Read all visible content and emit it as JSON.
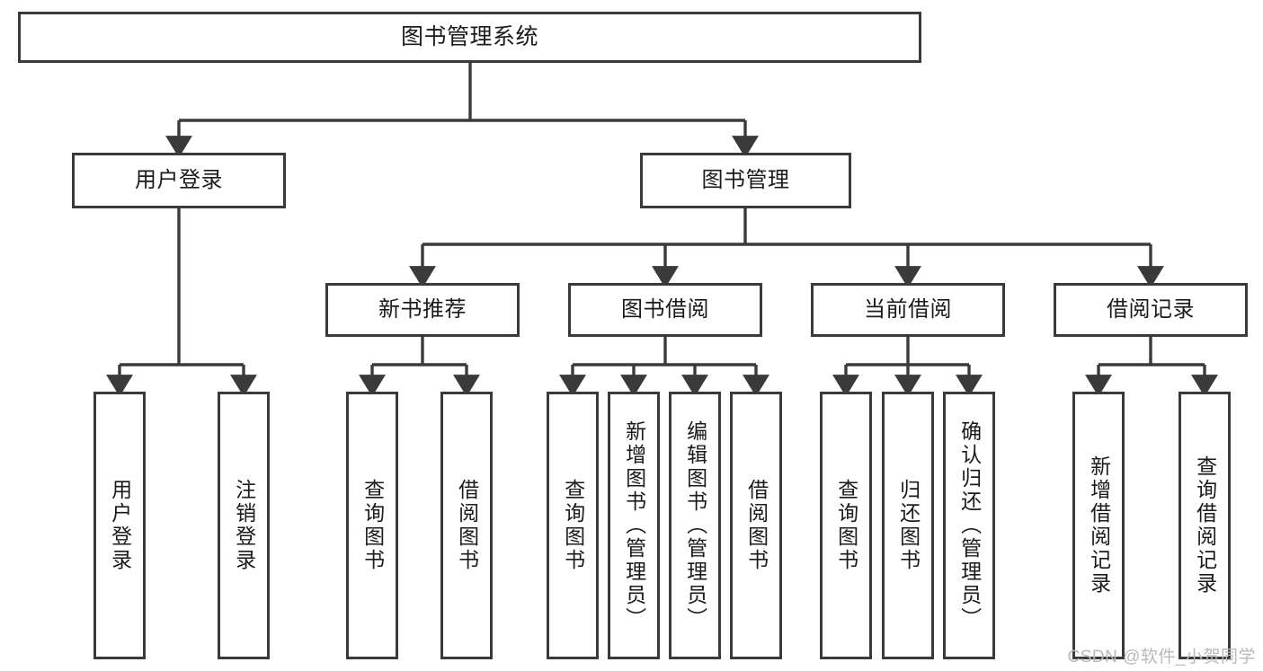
{
  "diagram": {
    "title": "图书管理系统",
    "type": "tree",
    "line_color": "#3a3a3a",
    "box_fill": "#ffffff",
    "text_color": "#1b1b1b",
    "watermark": "CSDN @软件_小贺同学",
    "levels": {
      "root": {
        "label": "图书管理系统"
      },
      "level2": [
        {
          "label": "用户登录"
        },
        {
          "label": "图书管理"
        }
      ],
      "level3": [
        {
          "label": "新书推荐"
        },
        {
          "label": "图书借阅"
        },
        {
          "label": "当前借阅"
        },
        {
          "label": "借阅记录"
        }
      ],
      "leaves": [
        {
          "label": "用户登录",
          "parent": "用户登录"
        },
        {
          "label": "注销登录",
          "parent": "用户登录"
        },
        {
          "label": "查询图书",
          "parent": "新书推荐"
        },
        {
          "label": "借阅图书",
          "parent": "新书推荐"
        },
        {
          "label": "查询图书",
          "parent": "图书借阅"
        },
        {
          "label": "新增图书（管理员）",
          "parent": "图书借阅"
        },
        {
          "label": "编辑图书（管理员）",
          "parent": "图书借阅"
        },
        {
          "label": "借阅图书",
          "parent": "图书借阅"
        },
        {
          "label": "查询图书",
          "parent": "当前借阅"
        },
        {
          "label": "归还图书",
          "parent": "当前借阅"
        },
        {
          "label": "确认归还（管理员）",
          "parent": "当前借阅"
        },
        {
          "label": "新增借阅记录",
          "parent": "借阅记录"
        },
        {
          "label": "查询借阅记录",
          "parent": "借阅记录"
        }
      ]
    }
  }
}
